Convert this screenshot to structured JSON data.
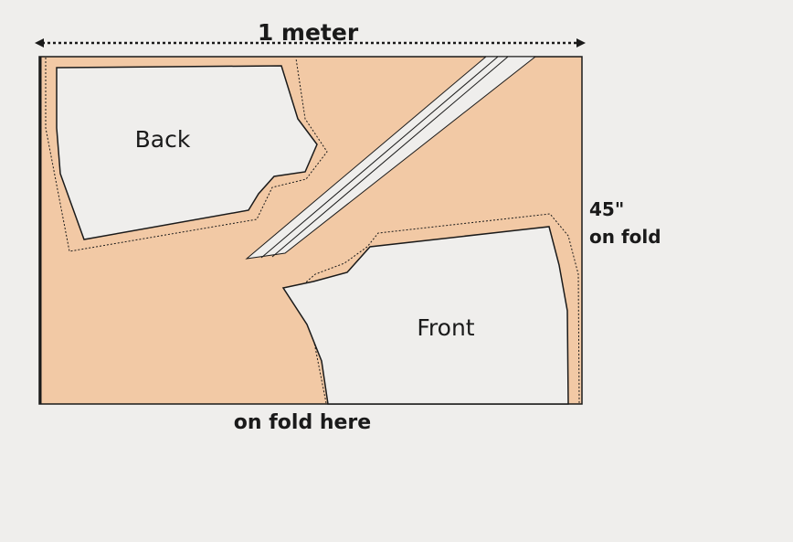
{
  "diagram": {
    "width_label": "1 meter",
    "height_label_line1": "45\"",
    "height_label_line2": "on fold",
    "bottom_label": "on fold here",
    "piece_back_label": "Back",
    "piece_front_label": "Front"
  },
  "colors": {
    "background": "#efeeec",
    "fabric": "#f2c9a5",
    "pattern_piece": "#efeeec",
    "outline": "#1a1a1a"
  }
}
